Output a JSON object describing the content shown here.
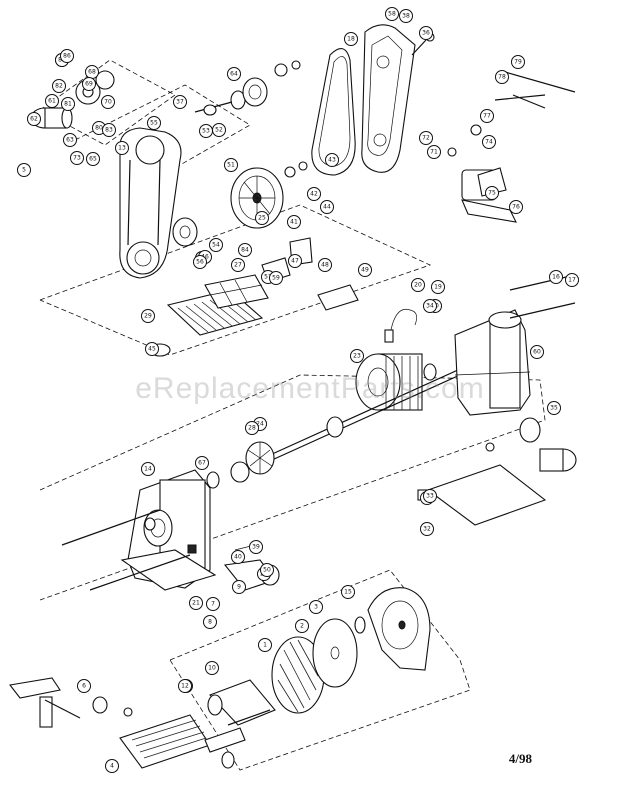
{
  "watermark": "eReplacementParts.com",
  "footer_code": "4/98",
  "callouts": [
    "1",
    "2",
    "3",
    "4",
    "5",
    "6",
    "7",
    "8",
    "9",
    "10",
    "11",
    "12",
    "13",
    "14",
    "15",
    "16",
    "17",
    "18",
    "19",
    "20",
    "21",
    "22",
    "23",
    "24",
    "25",
    "26",
    "27",
    "28",
    "29",
    "30",
    "31",
    "32",
    "33",
    "34",
    "35",
    "36",
    "37",
    "38",
    "39",
    "40",
    "41",
    "42",
    "43",
    "44",
    "45",
    "46",
    "47",
    "48",
    "49",
    "50",
    "51",
    "52",
    "53",
    "54",
    "55",
    "56",
    "57",
    "58",
    "59",
    "60",
    "61",
    "62",
    "63",
    "64",
    "65",
    "66",
    "67",
    "68",
    "69",
    "70",
    "71",
    "72",
    "73",
    "74",
    "75",
    "76",
    "77",
    "78",
    "79",
    "80",
    "81",
    "82",
    "83",
    "84",
    "85",
    "86"
  ],
  "colors": {
    "ink": "#111111",
    "paper": "#ffffff",
    "watermark": "#969696"
  }
}
